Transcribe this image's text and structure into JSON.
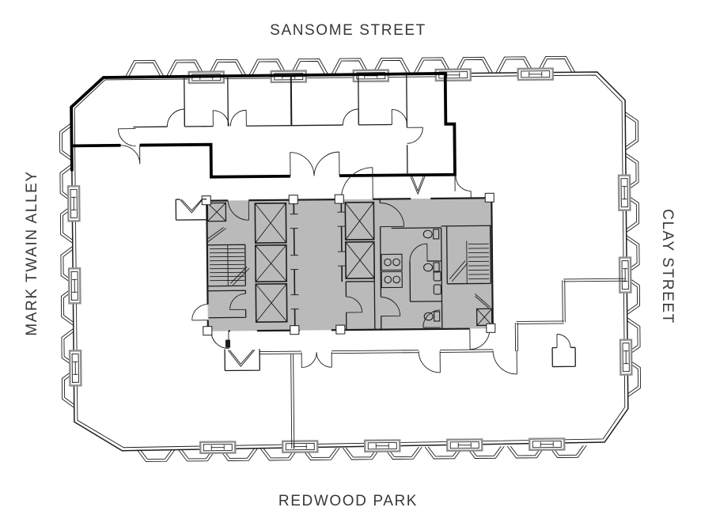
{
  "streets": {
    "top": "SANSOME STREET",
    "left": "MARK TWAIN ALLEY",
    "right": "CLAY STREET",
    "bottom": "REDWOOD PARK"
  },
  "colors": {
    "ink": "#1c1c1c",
    "boundary": "#000000",
    "core_fill": "#bababa",
    "label_text": "#383838",
    "window_frame": "#8f8f8f",
    "background": "#ffffff"
  },
  "legend": {
    "elevator_symbol": "crossed-box",
    "stair_symbol": "treads-with-break-line",
    "core_area": "shaded-gray",
    "tenant_boundary": "heavy-black-wall"
  }
}
